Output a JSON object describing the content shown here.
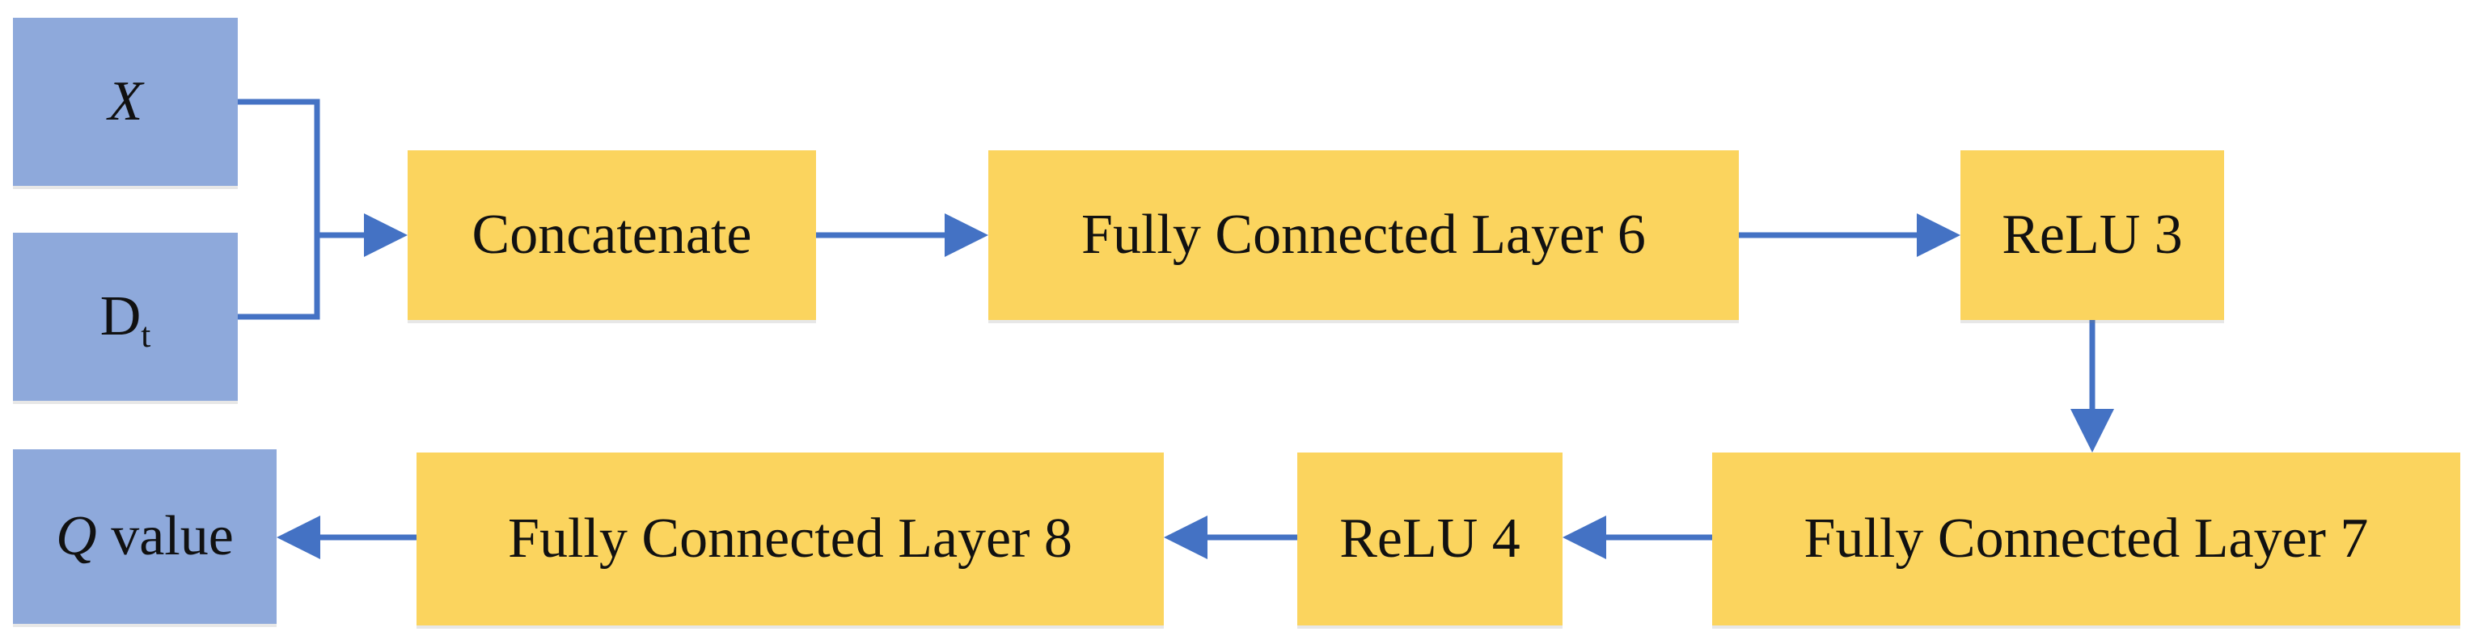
{
  "colors": {
    "input_fill": "#8EA9DB",
    "layer_fill": "#FBD45E",
    "arrow": "#4472C4",
    "text": "#111111"
  },
  "nodes": {
    "x": {
      "label": "X"
    },
    "dt": {
      "base": "D",
      "sub": "t"
    },
    "concatenate": {
      "label": "Concatenate"
    },
    "fc6": {
      "label": "Fully Connected Layer 6"
    },
    "relu3": {
      "label": "ReLU 3"
    },
    "fc7": {
      "label": "Fully Connected Layer 7"
    },
    "relu4": {
      "label": "ReLU 4"
    },
    "fc8": {
      "label": "Fully Connected Layer 8"
    },
    "q": {
      "italic": "Q",
      "rest": " value"
    }
  },
  "edges": [
    {
      "from": "X",
      "to": "Concatenate"
    },
    {
      "from": "Dt",
      "to": "Concatenate"
    },
    {
      "from": "Concatenate",
      "to": "Fully Connected Layer 6"
    },
    {
      "from": "Fully Connected Layer 6",
      "to": "ReLU 3"
    },
    {
      "from": "ReLU 3",
      "to": "Fully Connected Layer 7"
    },
    {
      "from": "Fully Connected Layer 7",
      "to": "ReLU 4"
    },
    {
      "from": "ReLU 4",
      "to": "Fully Connected Layer 8"
    },
    {
      "from": "Fully Connected Layer 8",
      "to": "Q value"
    }
  ]
}
